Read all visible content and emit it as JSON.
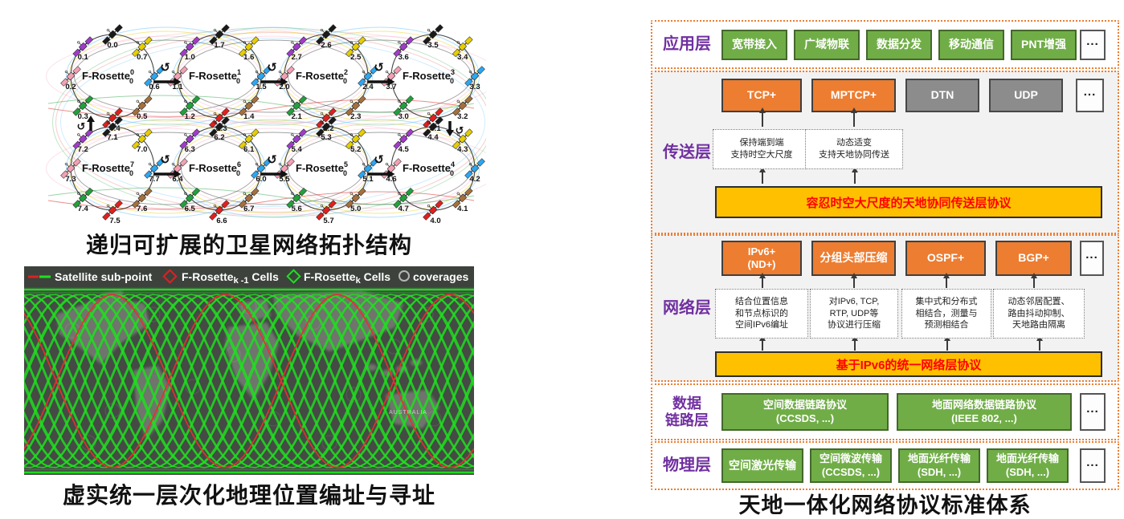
{
  "captions": {
    "topology": "递归可扩展的卫星网络拓扑结构",
    "map": "虚实统一层次化地理位置编址与寻址",
    "stack": "天地一体化网络协议标准体系"
  },
  "topology": {
    "name_prefix": "F-Rosette",
    "name_sub": "0",
    "rotate_glyph": "↺",
    "octant_colors": [
      "#1a1a1a",
      "#a03cc8",
      "#f4a0b4",
      "#22a03c",
      "#e02020",
      "#a5703c",
      "#2da6f0",
      "#e6cf00"
    ],
    "rosettes": [
      {
        "sup": "0",
        "row": 0,
        "col": 0,
        "sats": [
          "0.0",
          "0.1",
          "0.2",
          "0.3",
          "0.4",
          "0.5",
          "0.6",
          "0.7"
        ]
      },
      {
        "sup": "1",
        "row": 0,
        "col": 1,
        "sats": [
          "1.7",
          "1.0",
          "1.1",
          "1.2",
          "1.3",
          "1.4",
          "1.5",
          "1.6"
        ]
      },
      {
        "sup": "2",
        "row": 0,
        "col": 2,
        "sats": [
          "2.6",
          "2.7",
          "2.0",
          "2.1",
          "2.2",
          "2.3",
          "2.4",
          "2.5"
        ]
      },
      {
        "sup": "3",
        "row": 0,
        "col": 3,
        "sats": [
          "3.5",
          "3.6",
          "3.7",
          "3.0",
          "3.1",
          "3.2",
          "3.3",
          "3.4"
        ]
      },
      {
        "sup": "7",
        "row": 1,
        "col": 0,
        "sats": [
          "7.1",
          "7.2",
          "7.3",
          "7.4",
          "7.5",
          "7.6",
          "7.7",
          "7.0"
        ]
      },
      {
        "sup": "6",
        "row": 1,
        "col": 1,
        "sats": [
          "6.2",
          "6.3",
          "6.4",
          "6.5",
          "6.6",
          "6.7",
          "6.0",
          "6.1"
        ]
      },
      {
        "sup": "5",
        "row": 1,
        "col": 2,
        "sats": [
          "5.3",
          "5.4",
          "5.5",
          "5.6",
          "5.7",
          "5.0",
          "5.1",
          "5.2"
        ]
      },
      {
        "sup": "4",
        "row": 1,
        "col": 3,
        "sats": [
          "4.4",
          "4.5",
          "4.6",
          "4.7",
          "4.0",
          "4.1",
          "4.2",
          "4.3"
        ]
      }
    ]
  },
  "map": {
    "legend": {
      "track_label": "Satellite sub-point",
      "cells1_main": "F-Rosette",
      "cells1_sub": "k -1",
      "cells1_rest": " Cells",
      "cells2_main": "F-Rosette",
      "cells2_sub": "k",
      "cells2_rest": " Cells",
      "coverage_label": "coverages"
    },
    "australia_label": "AUSTRALIA"
  },
  "stack": {
    "layers": [
      {
        "id": "app",
        "label": [
          "应用层"
        ],
        "bg": "white",
        "boxes": [
          {
            "t": [
              "宽带接入"
            ],
            "s": "green"
          },
          {
            "t": [
              "广域物联"
            ],
            "s": "green"
          },
          {
            "t": [
              "数据分发"
            ],
            "s": "green"
          },
          {
            "t": [
              "移动通信"
            ],
            "s": "green"
          },
          {
            "t": [
              "PNT增强"
            ],
            "s": "green"
          },
          {
            "t": [
              "..."
            ],
            "s": "dots"
          }
        ]
      },
      {
        "id": "transport",
        "label": [
          "传送层"
        ],
        "bg": "gray",
        "boxes": [
          {
            "t": [
              "TCP+"
            ],
            "s": "orange"
          },
          {
            "t": [
              "MPTCP+"
            ],
            "s": "orange"
          },
          {
            "t": [
              "DTN"
            ],
            "s": "gray"
          },
          {
            "t": [
              "UDP"
            ],
            "s": "gray"
          },
          {
            "t": [
              "..."
            ],
            "s": "dots"
          }
        ],
        "notes": [
          [
            "保持端到端",
            "支持时空大尺度"
          ],
          [
            "动态适变",
            "支持天地协同传送"
          ]
        ],
        "bus": "容忍时空大尺度的天地协同传送层协议"
      },
      {
        "id": "network",
        "label": [
          "网络层"
        ],
        "bg": "gray",
        "boxes": [
          {
            "t": [
              "IPv6+",
              "(ND+)"
            ],
            "s": "orange"
          },
          {
            "t": [
              "分组头部压缩"
            ],
            "s": "orange"
          },
          {
            "t": [
              "OSPF+"
            ],
            "s": "orange"
          },
          {
            "t": [
              "BGP+"
            ],
            "s": "orange"
          },
          {
            "t": [
              "..."
            ],
            "s": "dots"
          }
        ],
        "notes": [
          [
            "结合位置信息",
            "和节点标识的",
            "空间IPv6编址"
          ],
          [
            "对IPv6, TCP,",
            "RTP, UDP等",
            "协议进行压缩"
          ],
          [
            "集中式和分布式",
            "相结合，测量与",
            "预测相结合"
          ],
          [
            "动态邻居配置、",
            "路由抖动抑制、",
            "天地路由隔离"
          ]
        ],
        "bus": "基于IPv6的统一网络层协议"
      },
      {
        "id": "datalink",
        "label": [
          "数据",
          "链路层"
        ],
        "bg": "white",
        "boxes": [
          {
            "t": [
              "空间数据链路协议",
              "(CCSDS, ...)"
            ],
            "s": "green"
          },
          {
            "t": [
              "地面网络数据链路协议",
              "(IEEE 802, ...)"
            ],
            "s": "green"
          },
          {
            "t": [
              "..."
            ],
            "s": "dots"
          }
        ]
      },
      {
        "id": "physical",
        "label": [
          "物理层"
        ],
        "bg": "white",
        "boxes": [
          {
            "t": [
              "空间激光传输"
            ],
            "s": "green"
          },
          {
            "t": [
              "空间微波传输",
              "(CCSDS, ...)"
            ],
            "s": "green"
          },
          {
            "t": [
              "地面光纤传输",
              "(SDH, ...)"
            ],
            "s": "green"
          },
          {
            "t": [
              "地面光纤传输",
              "(SDH, ...)"
            ],
            "s": "green"
          },
          {
            "t": [
              "..."
            ],
            "s": "dots"
          }
        ]
      }
    ]
  },
  "colors": {
    "purple_label": "#7030A0",
    "green_box": "#70AD47",
    "orange_box": "#ED7D31",
    "gray_box": "#8C8C8C",
    "bus_yellow": "#FFC000",
    "bus_text": "#FF0000",
    "section_border": "#ED7D31",
    "track_green": "#1ee01e",
    "track_red": "#e83030"
  }
}
